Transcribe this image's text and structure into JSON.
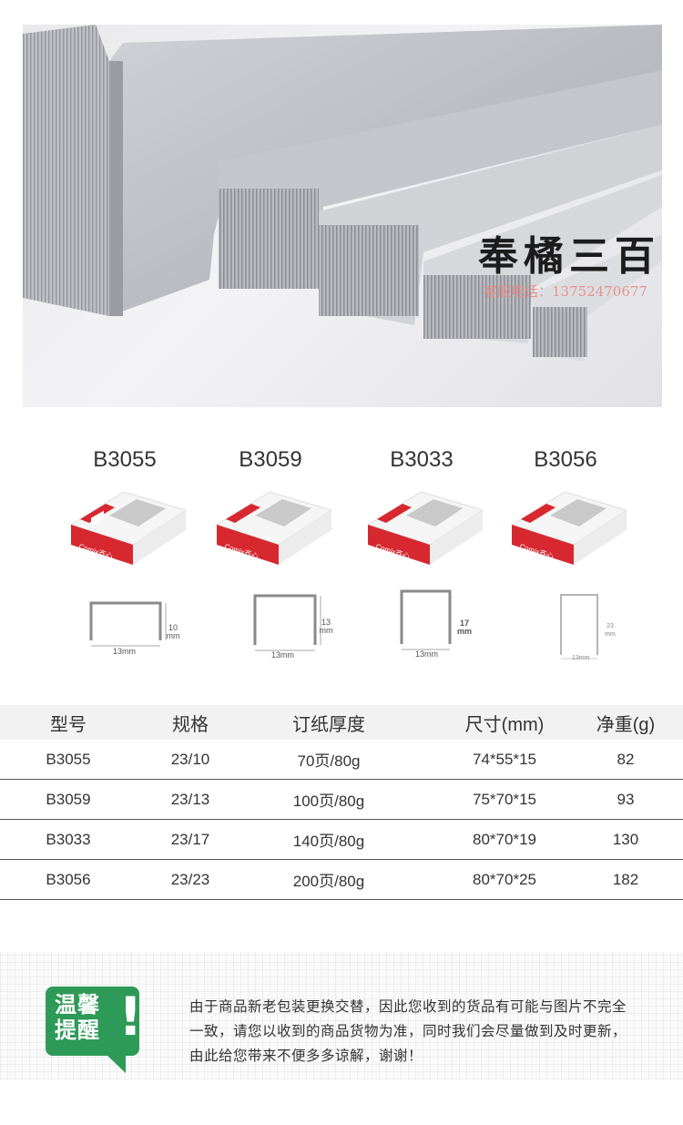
{
  "hero": {
    "watermark_title": "奉橘三百",
    "watermark_phone": "客服电话：13752470677"
  },
  "models": [
    {
      "name": "B3055",
      "width_label": "13mm",
      "height_label": "10\nmm"
    },
    {
      "name": "B3059",
      "width_label": "13mm",
      "height_label": "13\nmm"
    },
    {
      "name": "B3033",
      "width_label": "13mm",
      "height_label": "17\nmm"
    },
    {
      "name": "B3056",
      "width_label": "13mm",
      "height_label": "23\nmm"
    }
  ],
  "box_brand": "Comix齐心",
  "colors": {
    "brand_red": "#d7282f",
    "badge_green": "#2e9a57",
    "table_header_bg": "#f2f2f2"
  },
  "table": {
    "headers": [
      "型号",
      "规格",
      "订纸厚度",
      "尺寸(mm)",
      "净重(g)"
    ],
    "rows": [
      [
        "B3055",
        "23/10",
        "70页/80g",
        "74*55*15",
        "82"
      ],
      [
        "B3059",
        "23/13",
        "100页/80g",
        "75*70*15",
        "93"
      ],
      [
        "B3033",
        "23/17",
        "140页/80g",
        "80*70*19",
        "130"
      ],
      [
        "B3056",
        "23/23",
        "200页/80g",
        "80*70*25",
        "182"
      ]
    ]
  },
  "notice": {
    "badge_line1": "温馨",
    "badge_line2": "提醒",
    "badge_mark": "!",
    "text": "由于商品新老包装更换交替，因此您收到的货品有可能与图片不完全一致，请您以收到的商品货物为准，同时我们会尽量做到及时更新，由此给您带来不便多多谅解，谢谢！"
  }
}
